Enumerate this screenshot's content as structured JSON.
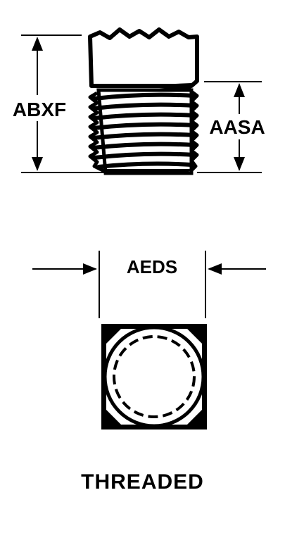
{
  "labels": {
    "height_overall": "ABXF",
    "thread_length": "AASA",
    "width_across_flats": "AEDS"
  },
  "caption": "THREADED",
  "colors": {
    "ink": "#000000",
    "background": "#ffffff"
  }
}
